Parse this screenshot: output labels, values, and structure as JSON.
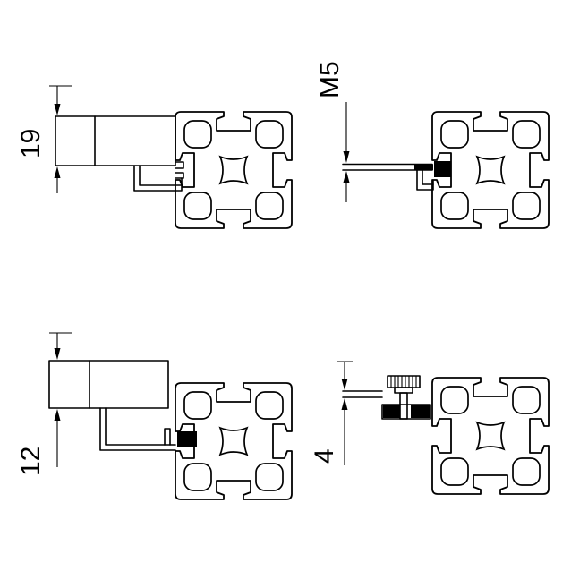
{
  "drawing": {
    "type": "technical-cross-section",
    "subject": "aluminium-extrusion-profile-mounting-details",
    "colors": {
      "ink": "#000000",
      "background": "#ffffff"
    },
    "figures": {
      "top_left": {
        "dimension_label": "19"
      },
      "top_right": {
        "dimension_label": "M5"
      },
      "bottom_left": {
        "dimension_label": "12"
      },
      "bottom_right": {
        "dimension_label": "4"
      }
    }
  }
}
